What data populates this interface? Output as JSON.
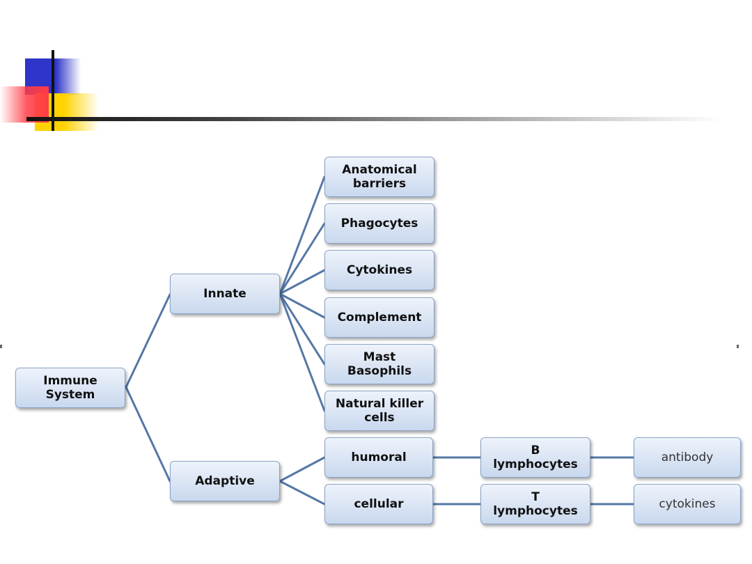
{
  "diagram": {
    "nodes": {
      "immune_system": "Immune\nSystem",
      "innate": "Innate",
      "adaptive": "Adaptive",
      "anatomical_barriers": "Anatomical\nbarriers",
      "phagocytes": "Phagocytes",
      "cytokines_innate": "Cytokines",
      "complement": "Complement",
      "mast_basophils": "Mast\nBasophils",
      "natural_killer_cells": "Natural killer\ncells",
      "humoral": "humoral",
      "cellular": "cellular",
      "b_lymphocytes": "B\nlymphocytes",
      "t_lymphocytes": "T\nlymphocytes",
      "antibody": "antibody",
      "cytokines_cellular": "cytokines"
    },
    "colors": {
      "connector": "#5577a6",
      "node_border": "#8aa3c4",
      "node_fill_top": "#eef3fb",
      "node_fill_bottom": "#c9d8ee"
    }
  }
}
